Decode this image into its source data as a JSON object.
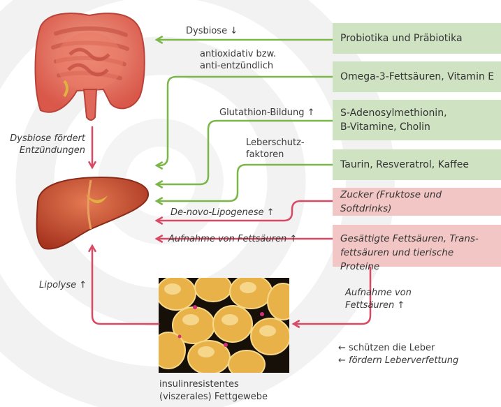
{
  "boxes": {
    "probiotics": "Probiotika und Präbiotika",
    "omega": "Omega-3-Fettsäuren, Vitamin E",
    "same_line1": "S-Adenosylmethionin,",
    "same_line2": "B-Vitamine, Cholin",
    "taurin": "Taurin, Resveratrol, Kaffee",
    "sugar": "Zucker (Fruktose und Softdrinks)",
    "fat_line1": "Gesättigte Fettsäuren, Trans-",
    "fat_line2": "fettsäuren und tierische Proteine"
  },
  "labels": {
    "dysbiose": "Dysbiose ↓",
    "antiox_line1": "antioxidativ bzw.",
    "antiox_line2": "anti-entzündlich",
    "glutathion": "Glutathion-Bildung ↑",
    "leberschutz_line1": "Leberschutz-",
    "leberschutz_line2": "faktoren",
    "denovo": "De-novo-Lipogenese ↑",
    "aufnahme_left": "Aufnahme von Fettsäuren ↑",
    "dysbiose_fordert_line1": "Dysbiose fördert",
    "dysbiose_fordert_line2": "Entzündungen",
    "lipolyse": "Lipolyse ↑",
    "aufnahme_right_line1": "Aufnahme von",
    "aufnahme_right_line2": "Fettsäuren ↑",
    "tissue_line1": "insulinresistentes",
    "tissue_line2": "(viszerales) Fettgewebe"
  },
  "legend": {
    "protect": "← schützen die Leber",
    "promote": "← fördern Leberverfettung"
  },
  "colors": {
    "green_arrow": "#7ab648",
    "red_arrow": "#d94964",
    "green_box": "#cfe3c3",
    "red_box": "#f2c6c4"
  }
}
